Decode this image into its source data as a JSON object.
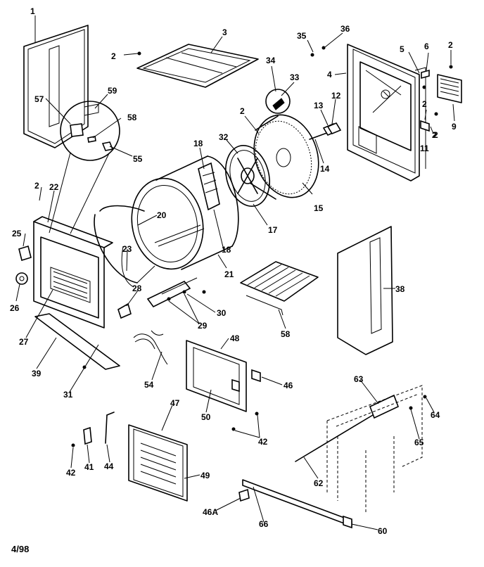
{
  "labels": [
    "1",
    "2",
    "3",
    "2",
    "35",
    "36",
    "5",
    "6",
    "2",
    "4",
    "34",
    "33",
    "57",
    "59",
    "58",
    "55",
    "2",
    "32",
    "13",
    "12",
    "2",
    "9",
    "18",
    "14",
    "2",
    "11",
    "15",
    "2",
    "22",
    "20",
    "17",
    "25",
    "23",
    "18",
    "21",
    "38",
    "26",
    "28",
    "27",
    "30",
    "29",
    "58",
    "48",
    "39",
    "31",
    "54",
    "46",
    "50",
    "47",
    "42",
    "44",
    "42",
    "41",
    "49",
    "46A",
    "66",
    "63",
    "64",
    "65",
    "62",
    "60"
  ],
  "date": "4/98"
}
